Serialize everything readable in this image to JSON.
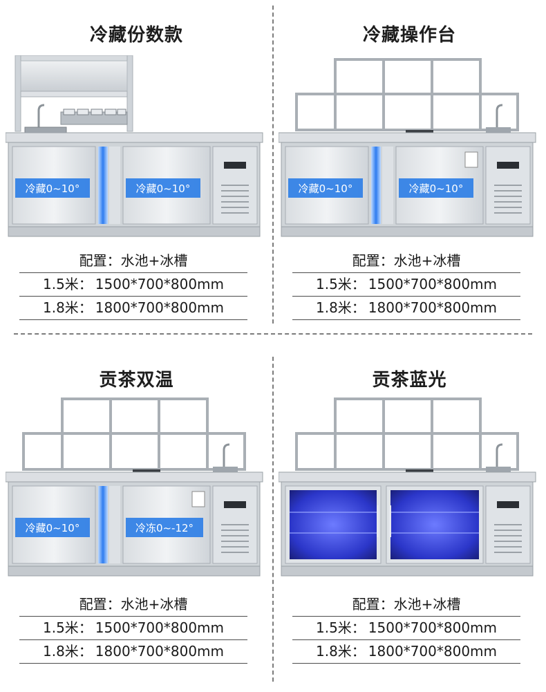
{
  "panels": [
    {
      "title": "冷藏份数款",
      "door_labels": [
        "冷藏0~10°",
        "冷藏0~10°"
      ],
      "config_label": "配置：",
      "config_value": "水池+冰槽",
      "sizes": [
        {
          "label": "1.5米：",
          "dims": "1500*700*800mm"
        },
        {
          "label": "1.8米：",
          "dims": "1800*700*800mm"
        }
      ]
    },
    {
      "title": "冷藏操作台",
      "door_labels": [
        "冷藏0~10°",
        "冷藏0~10°"
      ],
      "config_label": "配置：",
      "config_value": "水池+冰槽",
      "sizes": [
        {
          "label": "1.5米：",
          "dims": "1500*700*800mm"
        },
        {
          "label": "1.8米：",
          "dims": "1800*700*800mm"
        }
      ]
    },
    {
      "title": "贡茶双温",
      "door_labels": [
        "冷藏0~10°",
        "冷冻0~-12°"
      ],
      "config_label": "配置：",
      "config_value": "水池+冰槽",
      "sizes": [
        {
          "label": "1.5米：",
          "dims": "1500*700*800mm"
        },
        {
          "label": "1.8米：",
          "dims": "1800*700*800mm"
        }
      ]
    },
    {
      "title": "贡茶蓝光",
      "config_label": "配置：",
      "config_value": "水池+冰槽",
      "sizes": [
        {
          "label": "1.5米：",
          "dims": "1500*700*800mm"
        },
        {
          "label": "1.8米：",
          "dims": "1800*700*800mm"
        }
      ]
    }
  ],
  "colors": {
    "steel_light": "#e4e7ea",
    "steel_mid": "#c5cacf",
    "steel_dark": "#9aa0a6",
    "label_blue": "#2f7fe6",
    "blue_glow": "#3a5bff"
  }
}
